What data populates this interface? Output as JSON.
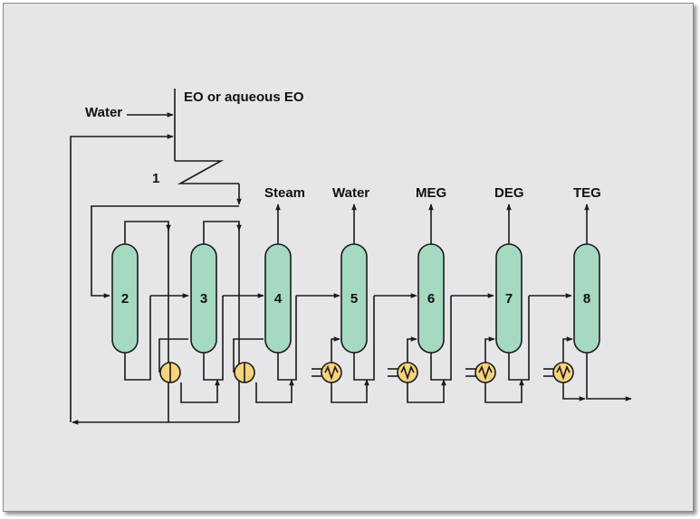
{
  "labels": {
    "water_in": "Water",
    "eo_feed": "EO or aqueous EO",
    "reactor": "1",
    "products": [
      "Steam",
      "Water",
      "MEG",
      "DEG",
      "TEG"
    ]
  },
  "columns": [
    "2",
    "3",
    "4",
    "5",
    "6",
    "7",
    "8"
  ],
  "colors": {
    "background": "#e6e6e8",
    "column_fill": "#a6d9c2",
    "pump_fill": "#f6d37c",
    "line": "#1a1a1a"
  }
}
